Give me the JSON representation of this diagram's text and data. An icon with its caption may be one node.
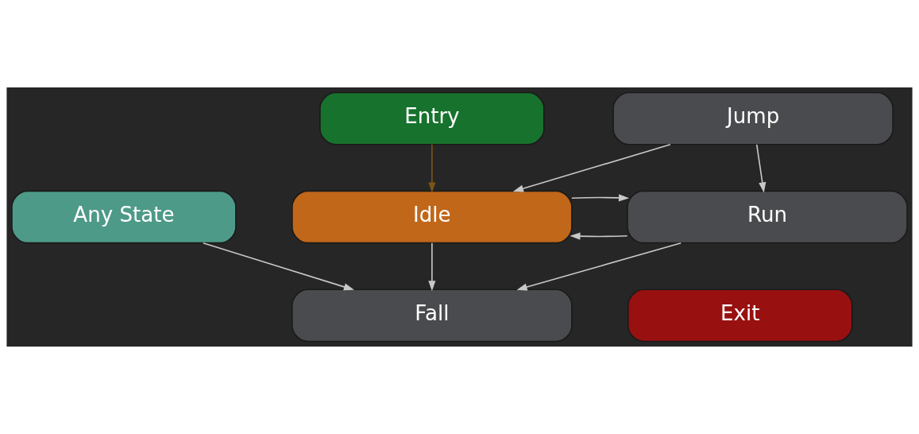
{
  "diagram": {
    "nodes": [
      {
        "text": [
          "Any State"
        ]
      },
      {
        "text": [
          "Exit"
        ]
      },
      {
        "text": [
          "Fall"
        ]
      },
      {
        "text": [
          "Idle"
        ]
      },
      {
        "text": [
          "Run"
        ]
      },
      {
        "text": [
          "Entry"
        ]
      },
      {
        "text": [
          "Jump"
        ]
      }
    ],
    "edges": [
      {
        "from": 0,
        "to": 2,
        "arrow": "to"
      },
      {
        "from": 3,
        "to": 2,
        "arrow": "to"
      },
      {
        "from": 4,
        "to": 2,
        "arrow": "to"
      },
      {
        "from": 4,
        "to": 3,
        "arrow": "to"
      },
      {
        "from": 3,
        "to": 4,
        "arrow": "to"
      },
      {
        "from": 6,
        "to": 3,
        "arrow": "to"
      },
      {
        "from": 6,
        "to": 4,
        "arrow": "to"
      },
      {
        "from": 5,
        "to": 3,
        "arrow": "to",
        "color": "#7a5418"
      }
    ]
  }
}
